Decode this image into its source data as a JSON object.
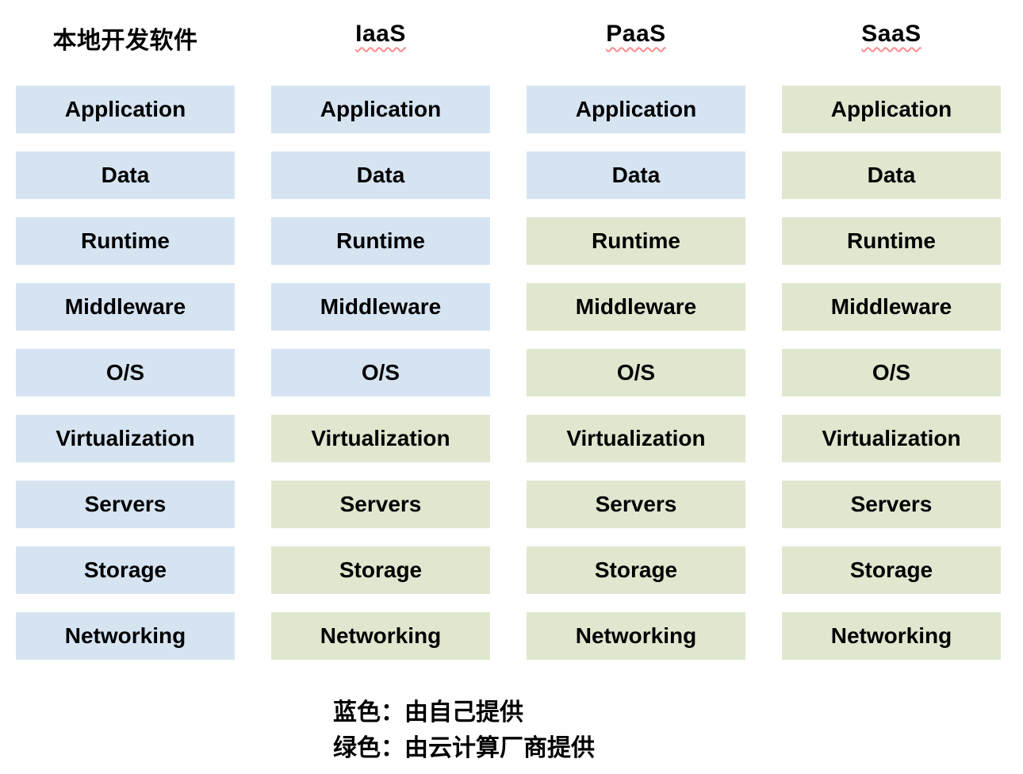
{
  "colors": {
    "self_provided_blue": "#d6e4f2",
    "vendor_provided_green": "#e0e7cf",
    "spellcheck_underline_red": "#ff8a8a",
    "text": "#000000",
    "background": "#ffffff"
  },
  "layers": [
    "Application",
    "Data",
    "Runtime",
    "Middleware",
    "O/S",
    "Virtualization",
    "Servers",
    "Storage",
    "Networking"
  ],
  "columns": [
    {
      "id": "local",
      "title": "本地开发软件",
      "spellcheck_underline": false,
      "cells": [
        "blue",
        "blue",
        "blue",
        "blue",
        "blue",
        "blue",
        "blue",
        "blue",
        "blue"
      ]
    },
    {
      "id": "iaas",
      "title": "IaaS",
      "spellcheck_underline": true,
      "cells": [
        "blue",
        "blue",
        "blue",
        "blue",
        "blue",
        "green",
        "green",
        "green",
        "green"
      ]
    },
    {
      "id": "paas",
      "title": "PaaS",
      "spellcheck_underline": true,
      "cells": [
        "blue",
        "blue",
        "green",
        "green",
        "green",
        "green",
        "green",
        "green",
        "green"
      ]
    },
    {
      "id": "saas",
      "title": "SaaS",
      "spellcheck_underline": true,
      "cells": [
        "green",
        "green",
        "green",
        "green",
        "green",
        "green",
        "green",
        "green",
        "green"
      ]
    }
  ],
  "legend": {
    "blue_line": "蓝色：由自己提供",
    "green_line": "绿色：由云计算厂商提供"
  }
}
